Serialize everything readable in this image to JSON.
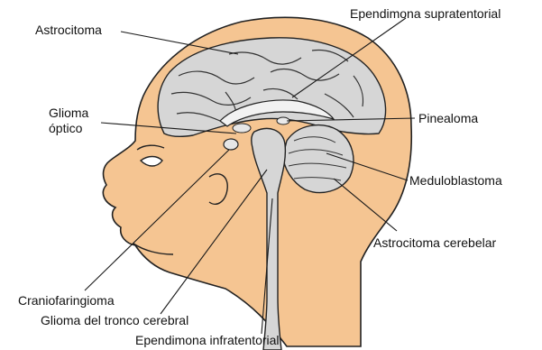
{
  "labels": {
    "astrocitoma": "Astrocitoma",
    "ependimona_supratentorial": "Ependimona supratentorial",
    "glioma_optico_line1": "Glioma",
    "glioma_optico_line2": "óptico",
    "pinealoma": "Pinealoma",
    "meduloblastoma": "Meduloblastoma",
    "astrocitoma_cerebelar": "Astrocitoma cerebelar",
    "craniofaringioma": "Craniofaringioma",
    "glioma_tronco": "Glioma del tronco cerebral",
    "ependimona_infratentorial": "Ependimona infratentorial"
  },
  "colors": {
    "skin": "#F5C592",
    "brain": "#D6D6D6",
    "outline": "#222222",
    "background": "#FFFFFF"
  }
}
